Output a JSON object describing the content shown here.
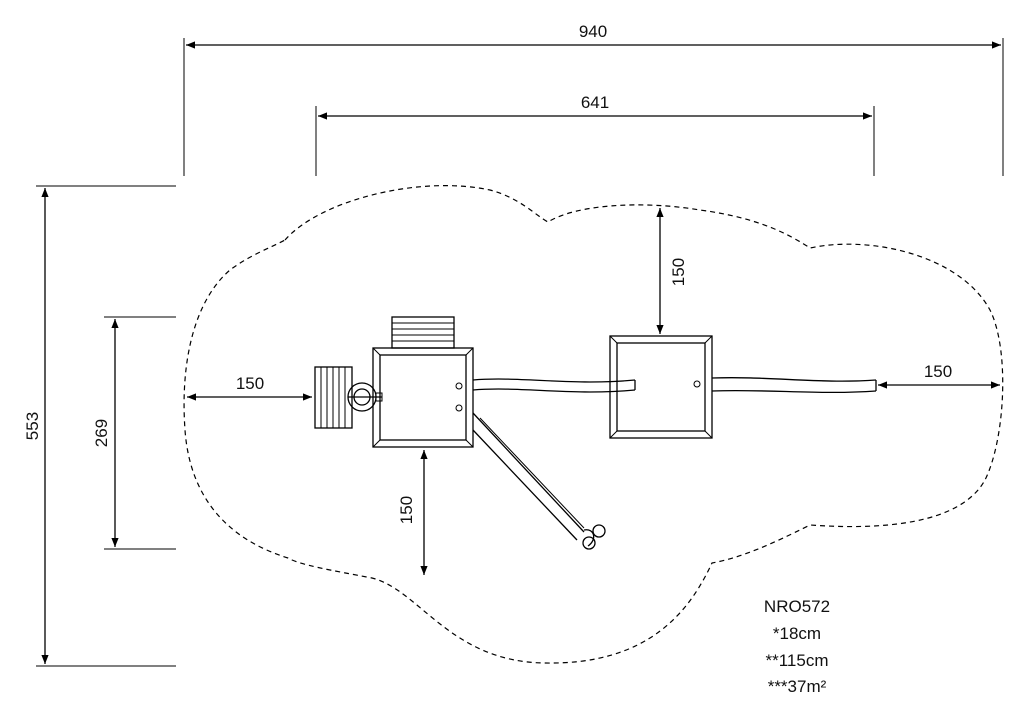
{
  "dimensions": {
    "overall_width": "940",
    "structure_width": "641",
    "overall_height": "553",
    "platform_depth": "269",
    "clearance_left": "150",
    "clearance_right": "150",
    "clearance_top": "150",
    "clearance_bottom": "150"
  },
  "info": {
    "model": "NRO572",
    "fall_height": "*18cm",
    "free_height": "**115cm",
    "area": "***37m²"
  },
  "colors": {
    "line": "#000000",
    "background": "#ffffff"
  }
}
